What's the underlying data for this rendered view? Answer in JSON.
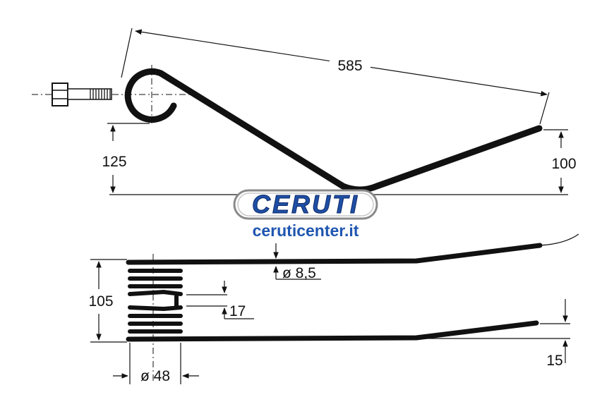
{
  "dimensions": {
    "overall_length": "585",
    "coil_height": "125",
    "tip_height": "100",
    "width": "105",
    "wire_diameter": "ø 8,5",
    "coil_gap": "17",
    "coil_diameter": "ø 48",
    "tip_offset": "15"
  },
  "watermark": {
    "brand": "CERUTI",
    "website": "ceruticenter.it",
    "brand_color": "#1f4fa6",
    "site_color": "#1f56b0"
  },
  "icons": [
    "bolt-icon"
  ]
}
